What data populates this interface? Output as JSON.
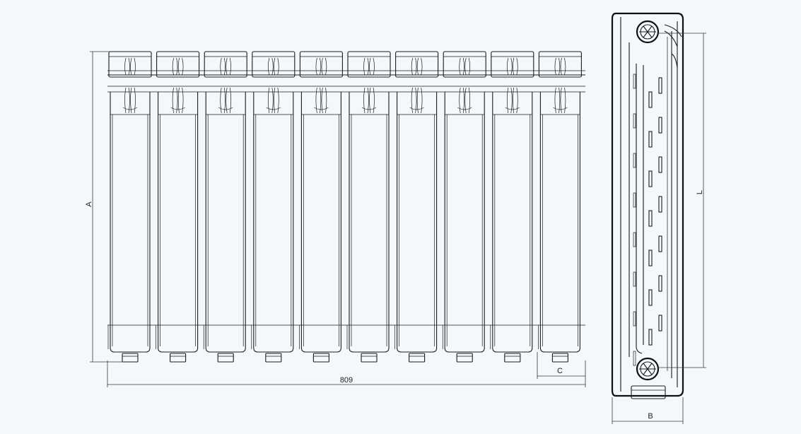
{
  "radiator": {
    "sections": 10
  },
  "dimensions": {
    "height_label": "A",
    "width_label": "809",
    "section_width_label": "C",
    "center_distance_label": "L",
    "depth_label": "B"
  },
  "colors": {
    "background": "#f3f8fd",
    "line": "#1c1c1c"
  }
}
